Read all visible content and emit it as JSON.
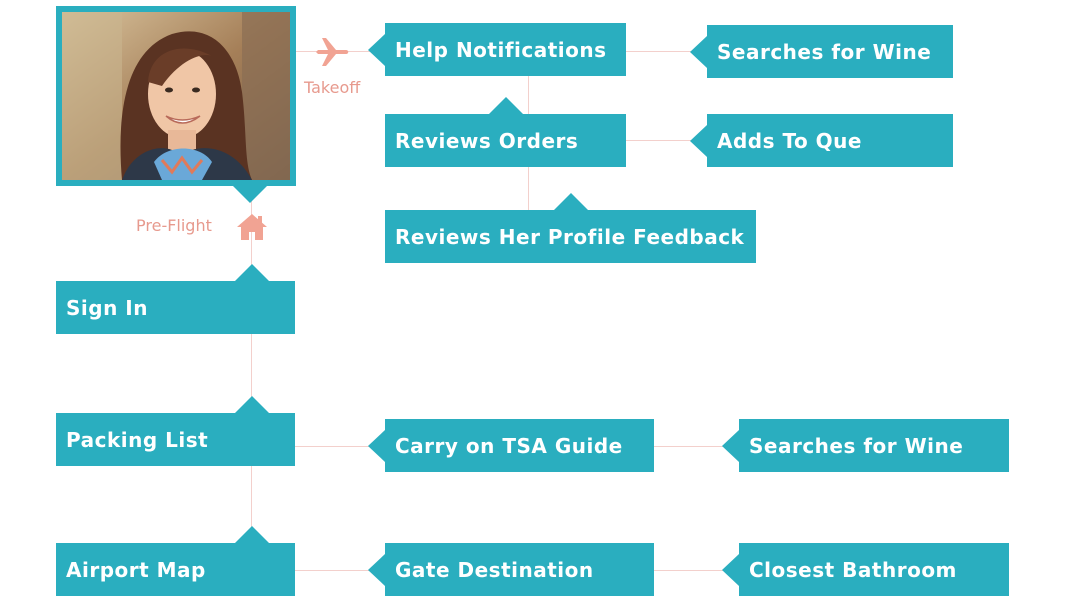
{
  "phases": {
    "takeoff": "Takeoff",
    "preflight": "Pre-Flight"
  },
  "nodes": {
    "help_notifications": "Help Notifications",
    "searches_for_wine_top": "Searches for Wine",
    "reviews_orders": "Reviews Orders",
    "adds_to_que": "Adds To Que",
    "reviews_profile_feedback": "Reviews Her Profile Feedback",
    "sign_in": "Sign In",
    "packing_list": "Packing List",
    "carry_on_tsa_guide": "Carry on TSA Guide",
    "searches_for_wine_mid": "Searches for Wine",
    "airport_map": "Airport Map",
    "gate_destination": "Gate Destination",
    "closest_bathroom": "Closest Bathroom"
  },
  "colors": {
    "node": "#2aaebf",
    "connector": "#f3d0cc",
    "phase": "#e79a8e"
  },
  "icons": {
    "takeoff": "airplane-icon",
    "preflight": "house-icon"
  }
}
